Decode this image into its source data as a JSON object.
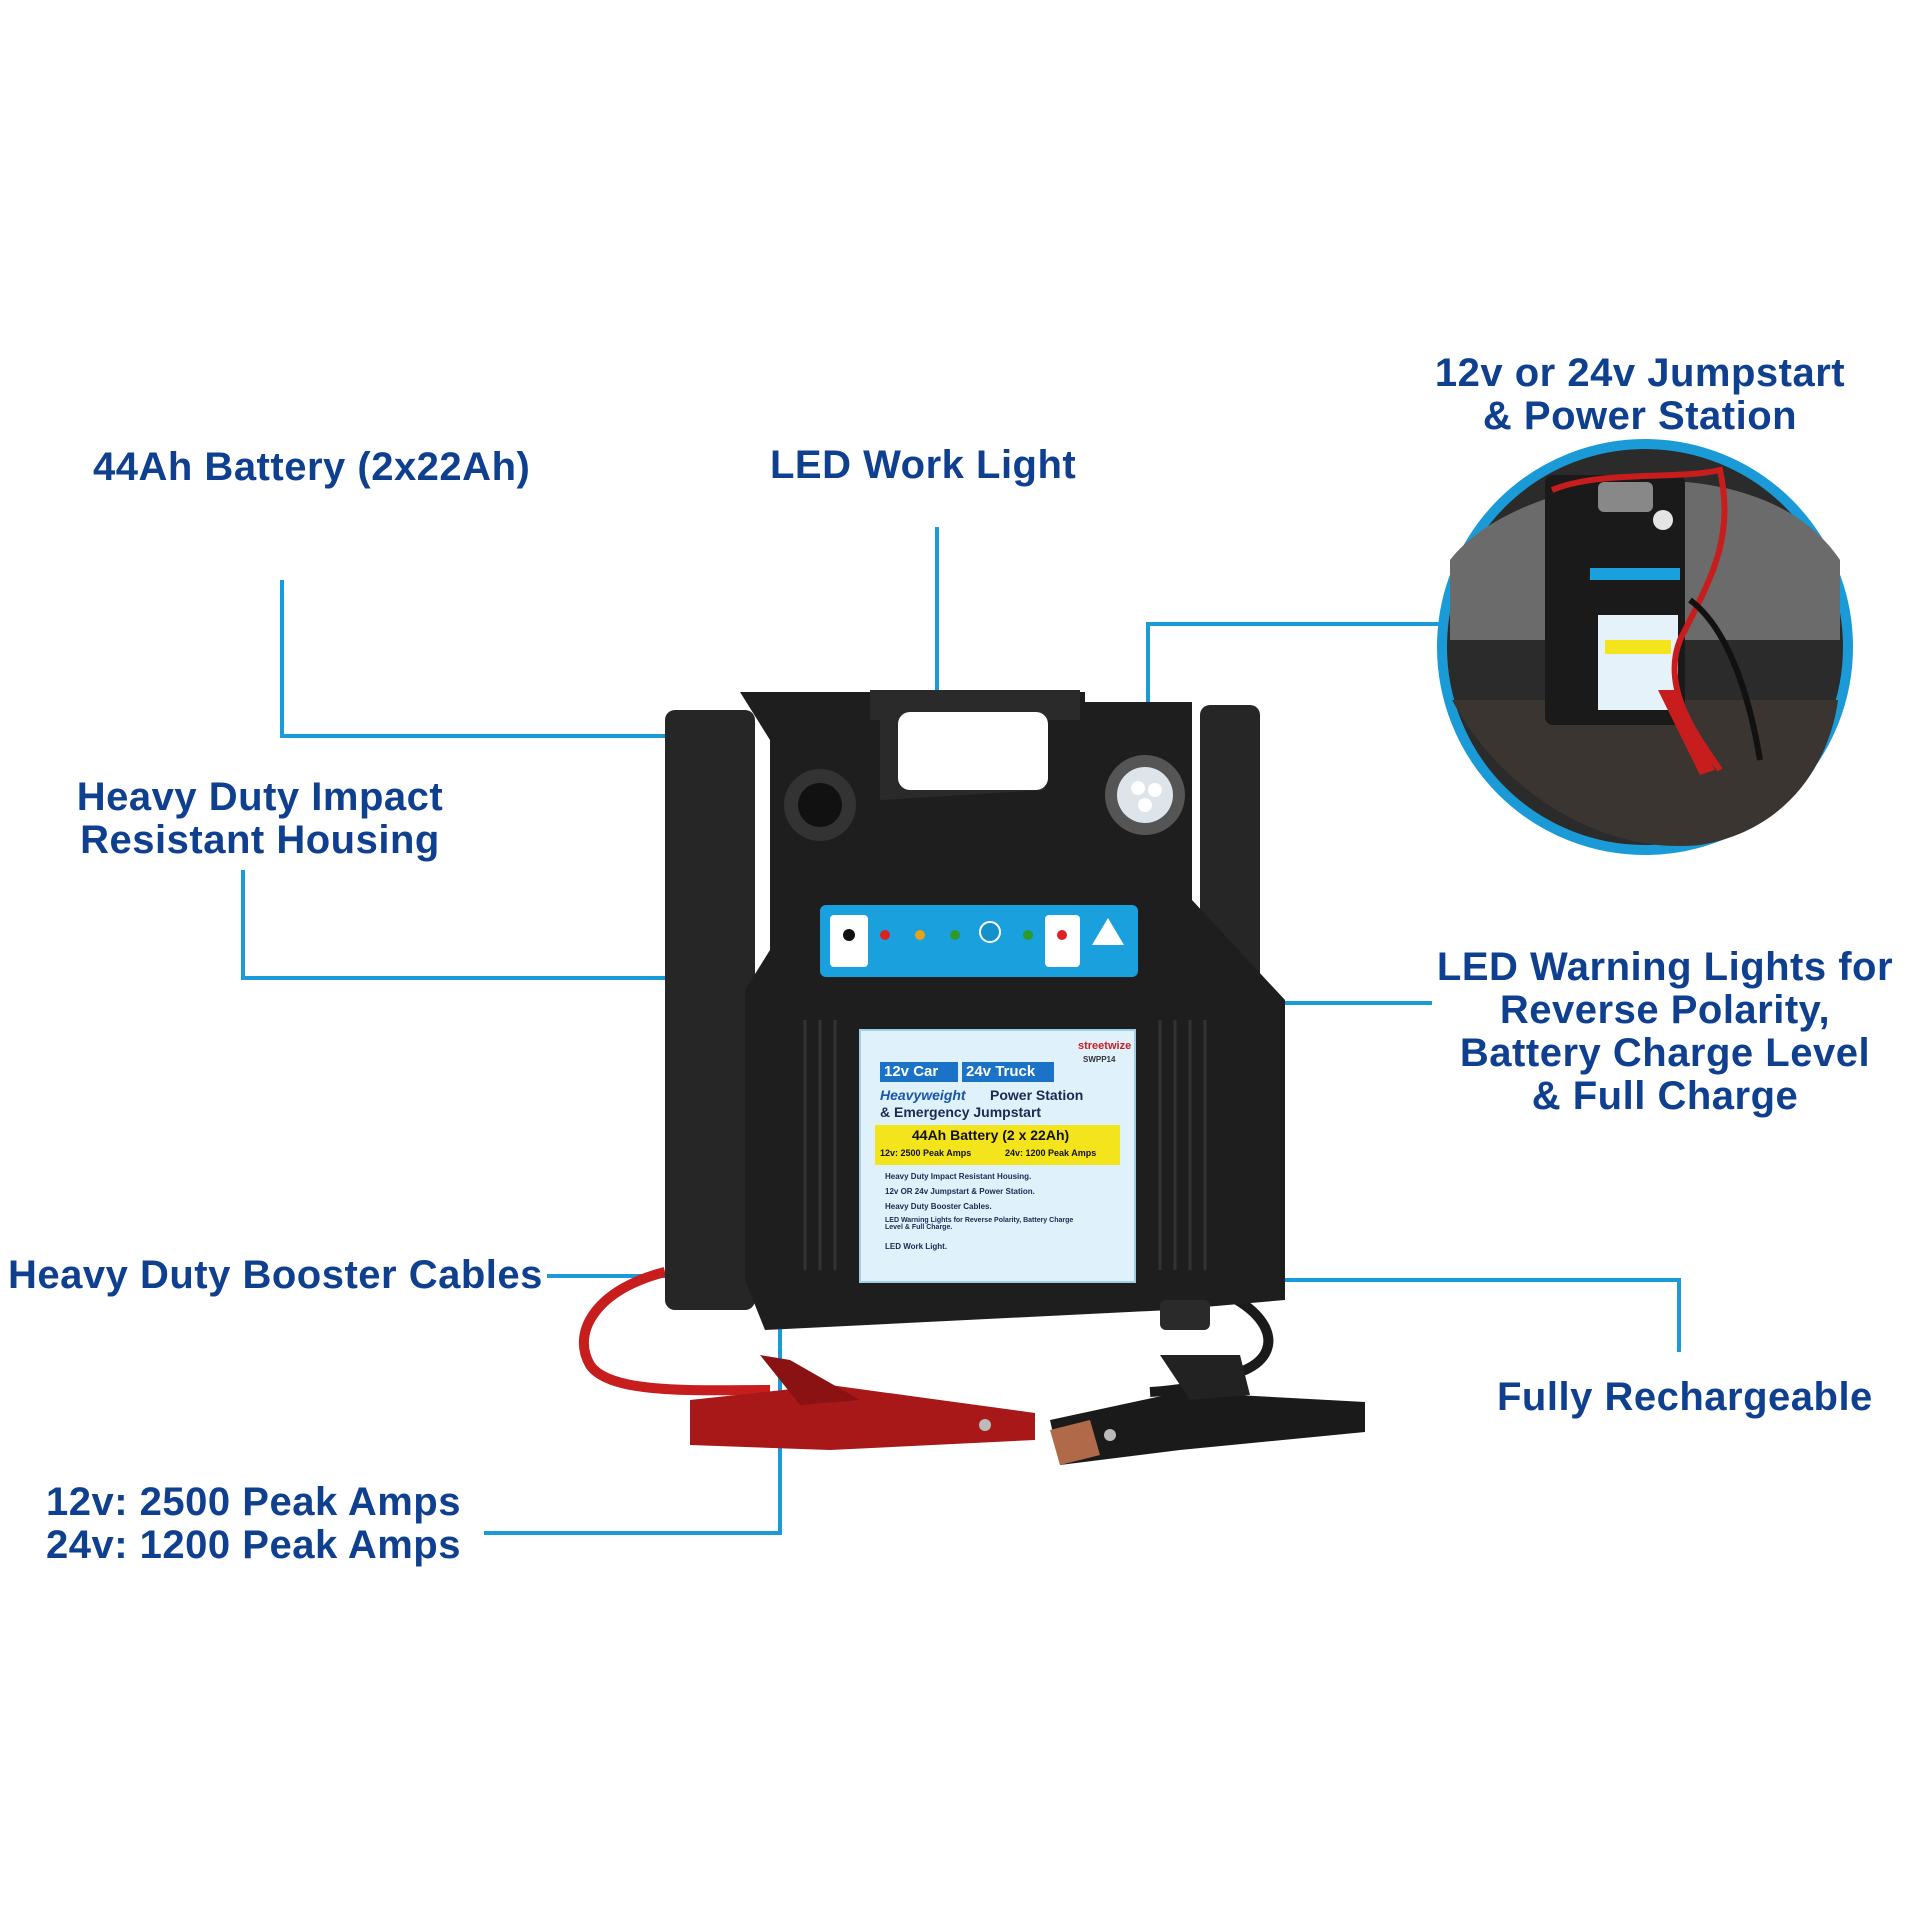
{
  "callouts": {
    "battery": "44Ah Battery (2x22Ah)",
    "work_light": "LED Work Light",
    "jumpstart_line1": "12v or 24v Jumpstart",
    "jumpstart_line2": "& Power Station",
    "housing_line1": "Heavy Duty Impact",
    "housing_line2": "Resistant Housing",
    "warning_line1": "LED Warning Lights for",
    "warning_line2": "Reverse Polarity,",
    "warning_line3": "Battery Charge Level",
    "warning_line4": "& Full Charge",
    "cables": "Heavy Duty Booster Cables",
    "rechargeable": "Fully Rechargeable",
    "amps_line1": "12v: 2500 Peak Amps",
    "amps_line2": "24v: 1200 Peak Amps"
  },
  "product_label": {
    "brand": "streetwize",
    "model": "SWPP14",
    "badge_car": "12v Car",
    "badge_truck": "24v Truck",
    "title_italic": "Heavyweight",
    "title_rest": "Power Station",
    "title_line2": "& Emergency Jumpstart",
    "battery_box": "44Ah Battery (2 x 22Ah)",
    "amps_12": "12v: 2500 Peak Amps",
    "amps_24": "24v: 1200 Peak Amps",
    "features": [
      "Heavy Duty Impact Resistant Housing.",
      "12v OR 24v Jumpstart & Power Station.",
      "Heavy Duty Booster Cables.",
      "LED Warning Lights for Reverse Polarity, Battery Charge Level & Full Charge.",
      "LED Work Light."
    ]
  },
  "colors": {
    "callout_text": "#0f3f8f",
    "leader_line": "#1a9bd7",
    "housing": "#1e1e1e",
    "cable_red": "#c81d1d",
    "panel_blue": "#1aa0dd"
  },
  "icons": [
    "work-light-icon",
    "power-socket-icon",
    "warning-triangle-icon"
  ]
}
